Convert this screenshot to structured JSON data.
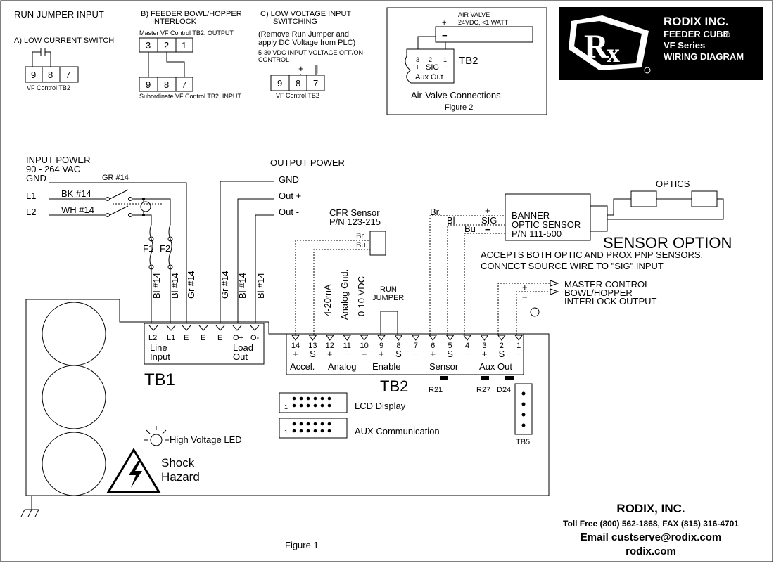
{
  "run_jumper": {
    "title": "RUN JUMPER INPUT",
    "a_label": "A)  LOW CURRENT SWITCH",
    "a_terms": [
      "9",
      "8",
      "7"
    ],
    "a_caption": "VF Control TB2",
    "b_title_1": "B) FEEDER BOWL/HOPPER",
    "b_title_2": "INTERLOCK",
    "b_master": "Master VF Control TB2, OUTPUT",
    "b_master_terms": [
      "3",
      "2",
      "1"
    ],
    "b_sub_terms": [
      "9",
      "8",
      "7"
    ],
    "b_sub": "Subordinate VF Control TB2, INPUT",
    "c_title_1": "C) LOW VOLTAGE INPUT",
    "c_title_2": "SWITCHING",
    "c_note_1": "(Remove Run Jumper and",
    "c_note_2": "apply DC Voltage from PLC)",
    "c_note_3": "5-30 VDC INPUT VOLTAGE OFF/ON",
    "c_note_4": "CONTROL",
    "c_plus": "+",
    "c_minus": "|",
    "c_terms": [
      "9",
      "8",
      "7"
    ],
    "c_caption": "VF Control TB2"
  },
  "air_valve": {
    "title_1": "AIR VALVE",
    "title_2": "24VDC, <1 WATT",
    "plus": "+",
    "minus": "−",
    "terms": [
      "3",
      "2",
      "1"
    ],
    "signs": [
      "+",
      "SIG",
      "−"
    ],
    "aux": "Aux Out",
    "tb": "TB2",
    "caption_1": "Air-Valve Connections",
    "caption_2": "Figure 2"
  },
  "logo": {
    "company": "RODIX INC.",
    "product": "FEEDER CUBE",
    "reg": "®",
    "series": "VF Series",
    "diagram": "WIRING DIAGRAM"
  },
  "input_power": {
    "title_1": "INPUT POWER",
    "title_2": "90 - 264 VAC",
    "gnd": "GND",
    "gr": "GR #14",
    "l1": "L1",
    "l2": "L2",
    "bk": "BK #14",
    "wh": "WH #14",
    "f1": "F1",
    "f2": "F2",
    "wires": [
      "Bl #14",
      "Bl #14",
      "Gr #14",
      "Gr #14",
      "Bl #14",
      "Bl #14"
    ]
  },
  "output_power": {
    "title": "OUTPUT POWER",
    "gnd": "GND",
    "out_plus": "Out +",
    "out_minus": "Out -"
  },
  "cfr": {
    "title_1": "CFR Sensor",
    "title_2": "P/N 123-215",
    "br": "Br",
    "bu": "Bu"
  },
  "analog_labels": [
    "4-20mA",
    "Analog Gnd.",
    "0-10 VDC"
  ],
  "run_jumper_label_1": "RUN",
  "run_jumper_label_2": "JUMPER",
  "banner": {
    "line1": "BANNER",
    "line2": "OPTIC SENSOR",
    "line3": "P/N 111-500",
    "br": "Br.",
    "bl": "Bl",
    "bu": "Bu",
    "plus": "+",
    "sig": "SIG",
    "minus": "−",
    "optics": "OPTICS",
    "option": "SENSOR OPTION",
    "note_1": "ACCEPTS BOTH OPTIC AND PROX PNP SENSORS.",
    "note_2": "CONNECT SOURCE WIRE TO \"SIG\" INPUT"
  },
  "master_output": {
    "line1": "MASTER CONTROL",
    "line2": "BOWL/HOPPER",
    "line3": "INTERLOCK OUTPUT",
    "plus": "+",
    "minus": "−"
  },
  "tb1": {
    "terms": [
      "L2",
      "L1",
      "E",
      "E",
      "E",
      "O+",
      "O-"
    ],
    "line_input_1": "Line",
    "line_input_2": "Input",
    "load_out_1": "Load",
    "load_out_2": "Out",
    "name": "TB1"
  },
  "tb2": {
    "numbers": [
      "14",
      "13",
      "12",
      "11",
      "10",
      "9",
      "8",
      "7",
      "6",
      "5",
      "4",
      "3",
      "2",
      "1"
    ],
    "signs": [
      "+",
      "S",
      "+",
      "−",
      "+",
      "+",
      "S",
      "−",
      "+",
      "S",
      "−",
      "+",
      "S",
      "−"
    ],
    "groups": [
      "Accel.",
      "Analog",
      "Enable",
      "Sensor",
      "Aux Out"
    ],
    "name": "TB2"
  },
  "components": {
    "r21": "R21",
    "r27": "R27",
    "d24": "D24",
    "tb5": "TB5",
    "lcd": "LCD Display",
    "aux": "AUX Communication",
    "pin1": "1",
    "hv_led": "High Voltage LED",
    "shock_1": "Shock",
    "shock_2": "Hazard"
  },
  "footer": {
    "figure": "Figure 1",
    "company": "RODIX, INC.",
    "phone": "Toll Free (800) 562-1868, FAX (815) 316-4701",
    "email": "Email custserve@rodix.com",
    "web": "rodix.com"
  }
}
